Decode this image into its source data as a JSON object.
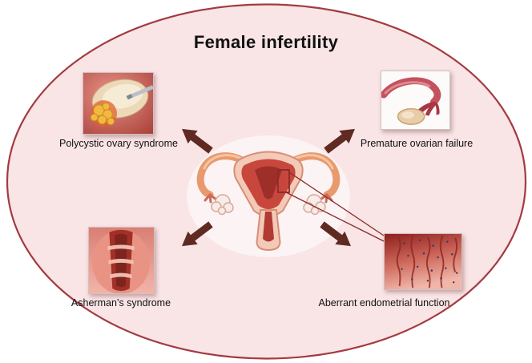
{
  "title": "Female infertility",
  "conditions": [
    {
      "id": "pcos",
      "label": "Polycystic ovary syndrome"
    },
    {
      "id": "pof",
      "label": "Premature ovarian failure"
    },
    {
      "id": "asherman",
      "label": "Asherman’s syndrome"
    },
    {
      "id": "endometrial",
      "label": "Aberrant endometrial function"
    }
  ],
  "colors": {
    "ellipse_fill": "#f9e4e6",
    "ellipse_border": "#a23b41",
    "arrow": "#5f2a22",
    "callout_line": "#8b2a2a",
    "label_text": "#111111"
  }
}
